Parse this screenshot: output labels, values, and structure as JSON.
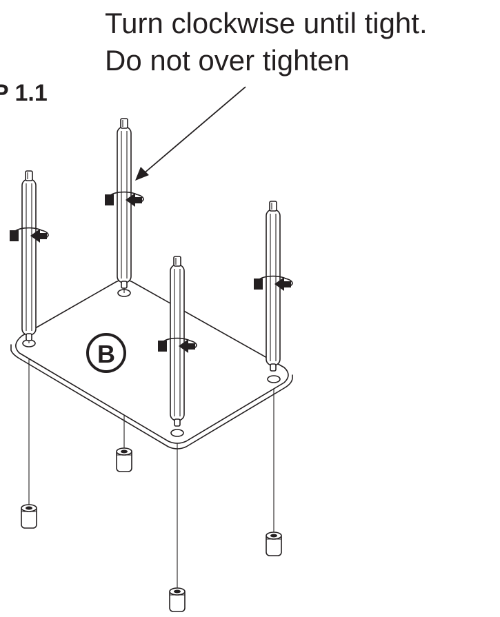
{
  "step": {
    "label": "P 1.1"
  },
  "instruction": {
    "line1": "Turn clockwise until tight.",
    "line2": "Do not over tighten"
  },
  "part_callout": "B"
}
